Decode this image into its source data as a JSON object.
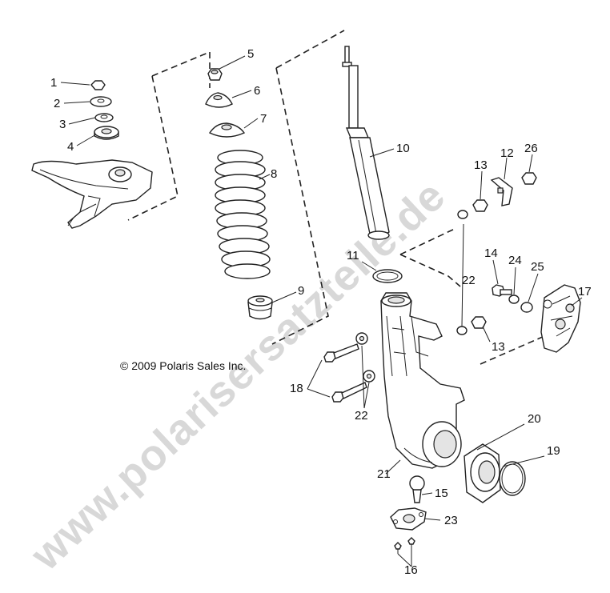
{
  "copyright": "© 2009 Polaris Sales Inc.",
  "watermark": "www.polarisersatzteile.de",
  "callouts": [
    {
      "id": "c1",
      "label": "1"
    },
    {
      "id": "c2",
      "label": "2"
    },
    {
      "id": "c3",
      "label": "3"
    },
    {
      "id": "c4",
      "label": "4"
    },
    {
      "id": "c5",
      "label": "5"
    },
    {
      "id": "c6",
      "label": "6"
    },
    {
      "id": "c7",
      "label": "7"
    },
    {
      "id": "c8",
      "label": "8"
    },
    {
      "id": "c9",
      "label": "9"
    },
    {
      "id": "c10",
      "label": "10"
    },
    {
      "id": "c11",
      "label": "11"
    },
    {
      "id": "c12",
      "label": "12"
    },
    {
      "id": "c13a",
      "label": "13"
    },
    {
      "id": "c13b",
      "label": "13"
    },
    {
      "id": "c14",
      "label": "14"
    },
    {
      "id": "c15",
      "label": "15"
    },
    {
      "id": "c16",
      "label": "16"
    },
    {
      "id": "c17",
      "label": "17"
    },
    {
      "id": "c18",
      "label": "18"
    },
    {
      "id": "c19",
      "label": "19"
    },
    {
      "id": "c20",
      "label": "20"
    },
    {
      "id": "c21",
      "label": "21"
    },
    {
      "id": "c22a",
      "label": "22"
    },
    {
      "id": "c22b",
      "label": "22"
    },
    {
      "id": "c23",
      "label": "23"
    },
    {
      "id": "c24",
      "label": "24"
    },
    {
      "id": "c25",
      "label": "25"
    },
    {
      "id": "c26",
      "label": "26"
    }
  ]
}
